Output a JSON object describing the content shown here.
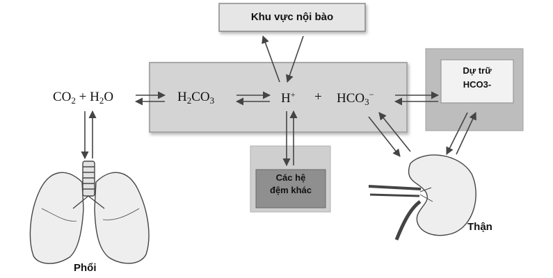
{
  "boxes": {
    "intracellular": "Khu vực nội bào",
    "other_buffers_line1": "Các hệ",
    "other_buffers_line2": "đệm khác",
    "reserve_line1": "Dự trữ",
    "reserve_line2": "HCO3-"
  },
  "equation": {
    "co2": "CO",
    "co2_sub": "2",
    "plus1": "+",
    "h2": "H",
    "h2_sub": "2",
    "o": "O",
    "h2co3_h": "H",
    "h2co3_sub1": "2",
    "h2co3_co": "CO",
    "h2co3_sub2": "3",
    "hplus_h": "H",
    "hplus_sup": "+",
    "plus2": "+",
    "hco3_hco": "HCO",
    "hco3_sub": "3",
    "hco3_sup": "−"
  },
  "organs": {
    "lungs": "Phổi",
    "kidney": "Thận"
  },
  "colors": {
    "main_box": "#d4d4d4",
    "main_box_border": "#a8a8a8",
    "intracellular_box": "#e6e6e6",
    "buffer_box_outer": "#cfcfcf",
    "buffer_box_inner": "#8f8f8f",
    "reserve_outer": "#bdbdbd",
    "reserve_inner": "#f2f2f2",
    "organ_fill": "#eeeeee",
    "organ_stroke": "#444444",
    "arrow": "#444444"
  }
}
